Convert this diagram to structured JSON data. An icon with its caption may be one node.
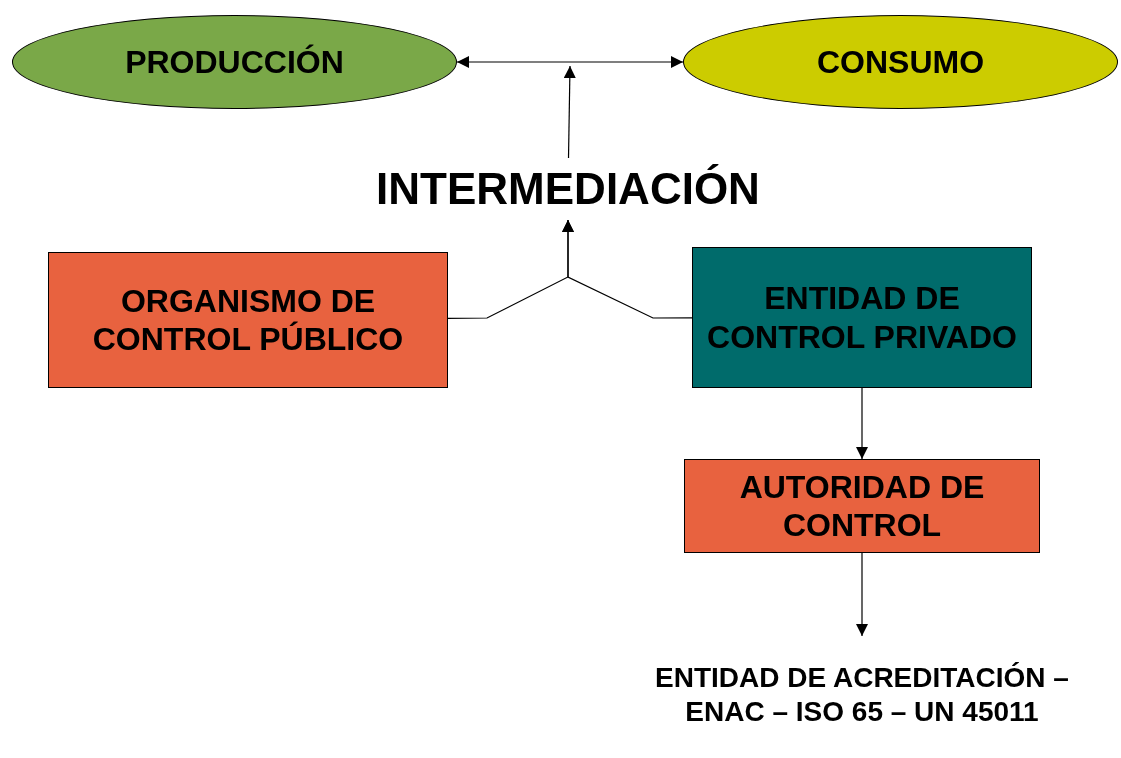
{
  "diagram": {
    "nodes": [
      {
        "text": [
          "PRODUCCIÓN"
        ]
      },
      {
        "text": [
          "CONSUMO"
        ]
      },
      {
        "text": [
          "INTERMEDIACIÓN"
        ]
      },
      {
        "text": [
          "ORGANISMO DE CONTROL PÚBLICO"
        ]
      },
      {
        "text": [
          "ENTIDAD DE CONTROL PRIVADO"
        ]
      },
      {
        "text": [
          "AUTORIDAD DE CONTROL"
        ]
      },
      {
        "text": [
          "ENTIDAD DE ACREDITACIÓN – ENAC – ISO 65 – UN 45011"
        ]
      }
    ],
    "edges": [
      {
        "from": 0,
        "to": 1,
        "arrow": "both"
      },
      {
        "from": 2,
        "to": null,
        "arrow": "to"
      },
      {
        "from": 3,
        "to": 2,
        "arrow": "to"
      },
      {
        "from": 4,
        "to": 2,
        "arrow": "to"
      },
      {
        "from": 4,
        "to": 5,
        "arrow": "to"
      },
      {
        "from": 5,
        "to": 6,
        "arrow": "to"
      }
    ]
  }
}
